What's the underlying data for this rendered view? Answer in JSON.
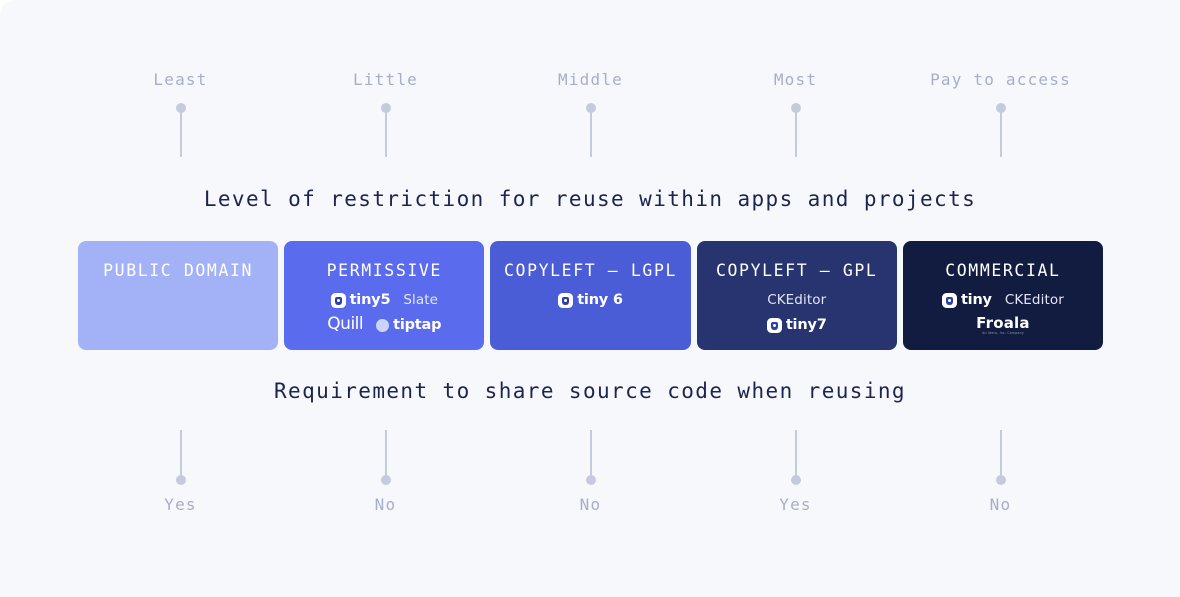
{
  "theme": {
    "background": "#f7f8fb",
    "heading_color": "#1c2450",
    "axis_color": "#a8aec9",
    "pin_color": "#c6cadd"
  },
  "top_axis": {
    "heading": "Level of restriction for reuse within apps and projects",
    "labels": [
      "Least",
      "Little",
      "Middle",
      "Most",
      "Pay to access"
    ]
  },
  "bottom_axis": {
    "heading": "Requirement to share source code when reusing",
    "labels": [
      "Yes",
      "No",
      "No",
      "Yes",
      "No"
    ]
  },
  "cards": [
    {
      "title": "PUBLIC DOMAIN",
      "color": "#a3b2f7",
      "logo_rows": []
    },
    {
      "title": "PERMISSIVE",
      "color": "#5a6ced",
      "logo_rows": [
        [
          {
            "mark": "tiny-icon",
            "name": "tiny5",
            "style": "bold"
          },
          {
            "mark": "none",
            "name": "Slate",
            "style": "light"
          }
        ],
        [
          {
            "mark": "quill-icon",
            "name": "Quill",
            "style": "quill"
          },
          {
            "mark": "tiptap-icon",
            "name": "tiptap",
            "style": "bold"
          }
        ]
      ]
    },
    {
      "title": "COPYLEFT — LGPL",
      "color": "#4a5cd6",
      "logo_rows": [
        [
          {
            "mark": "tiny-icon",
            "name": "tiny 6",
            "style": "bold"
          }
        ]
      ]
    },
    {
      "title": "COPYLEFT — GPL",
      "color": "#27346f",
      "logo_rows": [
        [
          {
            "mark": "none",
            "name": "CKEditor",
            "style": "light"
          }
        ],
        [
          {
            "mark": "tiny-icon",
            "name": "tiny7",
            "style": "bold"
          }
        ]
      ]
    },
    {
      "title": "COMMERCIAL",
      "color": "#121c40",
      "logo_rows": [
        [
          {
            "mark": "tiny-icon",
            "name": "tiny",
            "style": "bold"
          },
          {
            "mark": "none",
            "name": "CKEditor",
            "style": "light"
          }
        ],
        [
          {
            "mark": "froala-icon",
            "name": "Froala",
            "style": "froala",
            "sub": "An Idera, Inc. Company"
          }
        ]
      ]
    }
  ]
}
